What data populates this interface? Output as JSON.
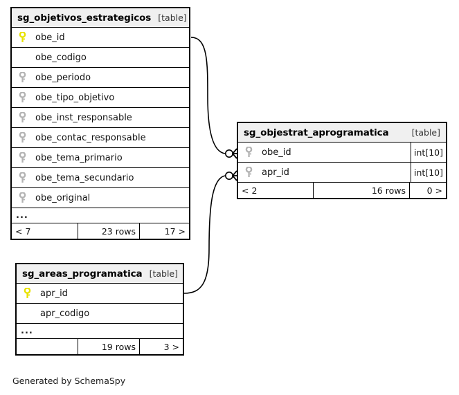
{
  "diagram": {
    "type": "entity-relationship",
    "caption": "Generated by SchemaSpy",
    "table_kind_label": "[table]",
    "ellipsis": "...",
    "colors": {
      "primary_key": "#e8e200",
      "foreign_key": "#b3b3b3",
      "border": "#000000",
      "header_background": "#f0f0f0",
      "background": "#ffffff"
    }
  },
  "tables": [
    {
      "id": "sg_objetivos_estrategicos",
      "name": "sg_objetivos_estrategicos",
      "kind": "[table]",
      "columns": [
        {
          "name": "obe_id",
          "key": "primary",
          "type": ""
        },
        {
          "name": "obe_codigo",
          "key": "none",
          "type": ""
        },
        {
          "name": "obe_periodo",
          "key": "foreign",
          "type": ""
        },
        {
          "name": "obe_tipo_objetivo",
          "key": "foreign",
          "type": ""
        },
        {
          "name": "obe_inst_responsable",
          "key": "foreign",
          "type": ""
        },
        {
          "name": "obe_contac_responsable",
          "key": "foreign",
          "type": ""
        },
        {
          "name": "obe_tema_primario",
          "key": "foreign",
          "type": ""
        },
        {
          "name": "obe_tema_secundario",
          "key": "foreign",
          "type": ""
        },
        {
          "name": "obe_original",
          "key": "foreign",
          "type": ""
        }
      ],
      "has_more_columns": true,
      "footer": {
        "prev": "< 7",
        "rows": "23 rows",
        "next": "17 >"
      }
    },
    {
      "id": "sg_objestrat_aprogramatica",
      "name": "sg_objestrat_aprogramatica",
      "kind": "[table]",
      "columns": [
        {
          "name": "obe_id",
          "key": "foreign",
          "type": "int[10]"
        },
        {
          "name": "apr_id",
          "key": "foreign",
          "type": "int[10]"
        }
      ],
      "has_more_columns": false,
      "footer": {
        "prev": "< 2",
        "rows": "16 rows",
        "next": "0 >"
      }
    },
    {
      "id": "sg_areas_programatica",
      "name": "sg_areas_programatica",
      "kind": "[table]",
      "columns": [
        {
          "name": "apr_id",
          "key": "primary",
          "type": ""
        },
        {
          "name": "apr_codigo",
          "key": "none",
          "type": ""
        }
      ],
      "has_more_columns": true,
      "footer": {
        "prev": "",
        "rows": "19 rows",
        "next": "3 >"
      }
    }
  ],
  "relationships": [
    {
      "id": "rel-obe",
      "from_table": "sg_objetivos_estrategicos",
      "from_column": "obe_id",
      "to_table": "sg_objestrat_aprogramatica",
      "to_column": "obe_id",
      "notation": "crows-foot-zero-or-many"
    },
    {
      "id": "rel-apr",
      "from_table": "sg_areas_programatica",
      "from_column": "apr_id",
      "to_table": "sg_objestrat_aprogramatica",
      "to_column": "apr_id",
      "notation": "crows-foot-zero-or-many"
    }
  ]
}
